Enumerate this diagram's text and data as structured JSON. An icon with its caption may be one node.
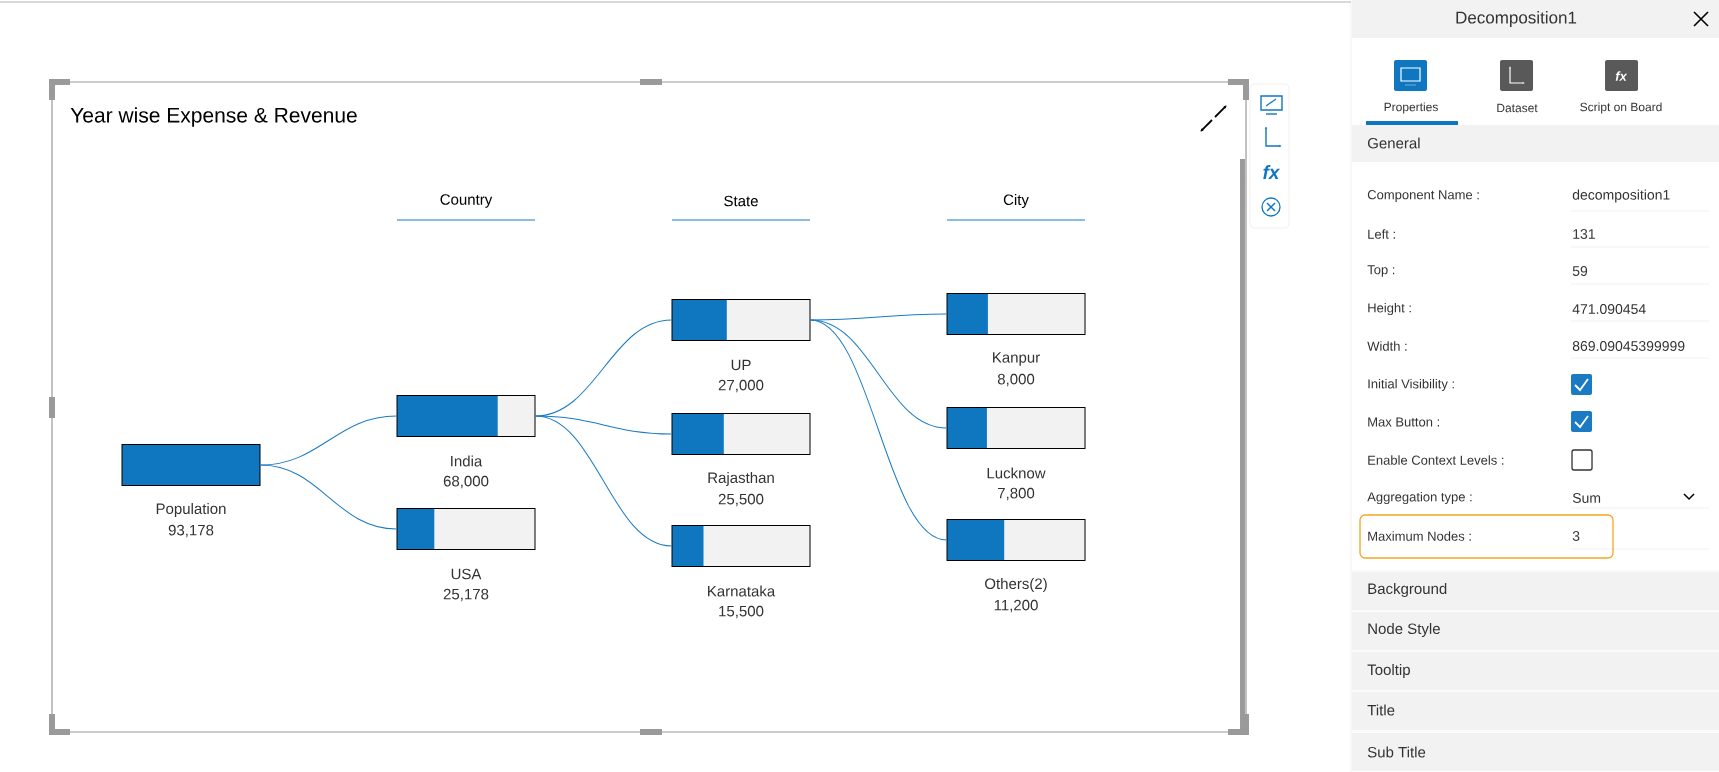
{
  "diagram": {
    "title": "Year wise Expense & Revenue",
    "nodes": [
      {
        "text": [
          "Population",
          "93,178"
        ]
      },
      {
        "text": [
          "India",
          "68,000"
        ]
      },
      {
        "text": [
          "USA",
          "25,178"
        ]
      },
      {
        "text": [
          "UP",
          "27,000"
        ]
      },
      {
        "text": [
          "Rajasthan",
          "25,500"
        ]
      },
      {
        "text": [
          "Karnataka",
          "15,500"
        ]
      },
      {
        "text": [
          "Kanpur",
          "8,000"
        ]
      },
      {
        "text": [
          "Lucknow",
          "7,800"
        ]
      },
      {
        "text": [
          "Others(2)",
          "11,200"
        ]
      }
    ],
    "edges": [
      {
        "from": 0,
        "to": 1,
        "arrow": "none"
      },
      {
        "from": 0,
        "to": 2,
        "arrow": "none"
      },
      {
        "from": 1,
        "to": 3,
        "arrow": "none"
      },
      {
        "from": 1,
        "to": 4,
        "arrow": "none"
      },
      {
        "from": 1,
        "to": 5,
        "arrow": "none"
      },
      {
        "from": 3,
        "to": 6,
        "arrow": "none"
      },
      {
        "from": 3,
        "to": 7,
        "arrow": "none"
      },
      {
        "from": 3,
        "to": 8,
        "arrow": "none"
      }
    ],
    "labels": [
      "Country",
      "State",
      "City",
      "fx",
      "Decomposition1",
      "fx",
      "Properties",
      "Dataset",
      "Script on Board",
      "General",
      "Component Name :",
      "decomposition1",
      "Left :",
      "131",
      "Top :",
      "59",
      "Height :",
      "471.090454",
      "Width :",
      "869.09045399999",
      "Initial Visibility :",
      "Max Button :",
      "Enable Context Levels :",
      "Aggregation type :",
      "Sum",
      "Maximum Nodes :",
      "3",
      "Background",
      "Node Style",
      "Tooltip",
      "Title",
      "Sub Title"
    ]
  }
}
